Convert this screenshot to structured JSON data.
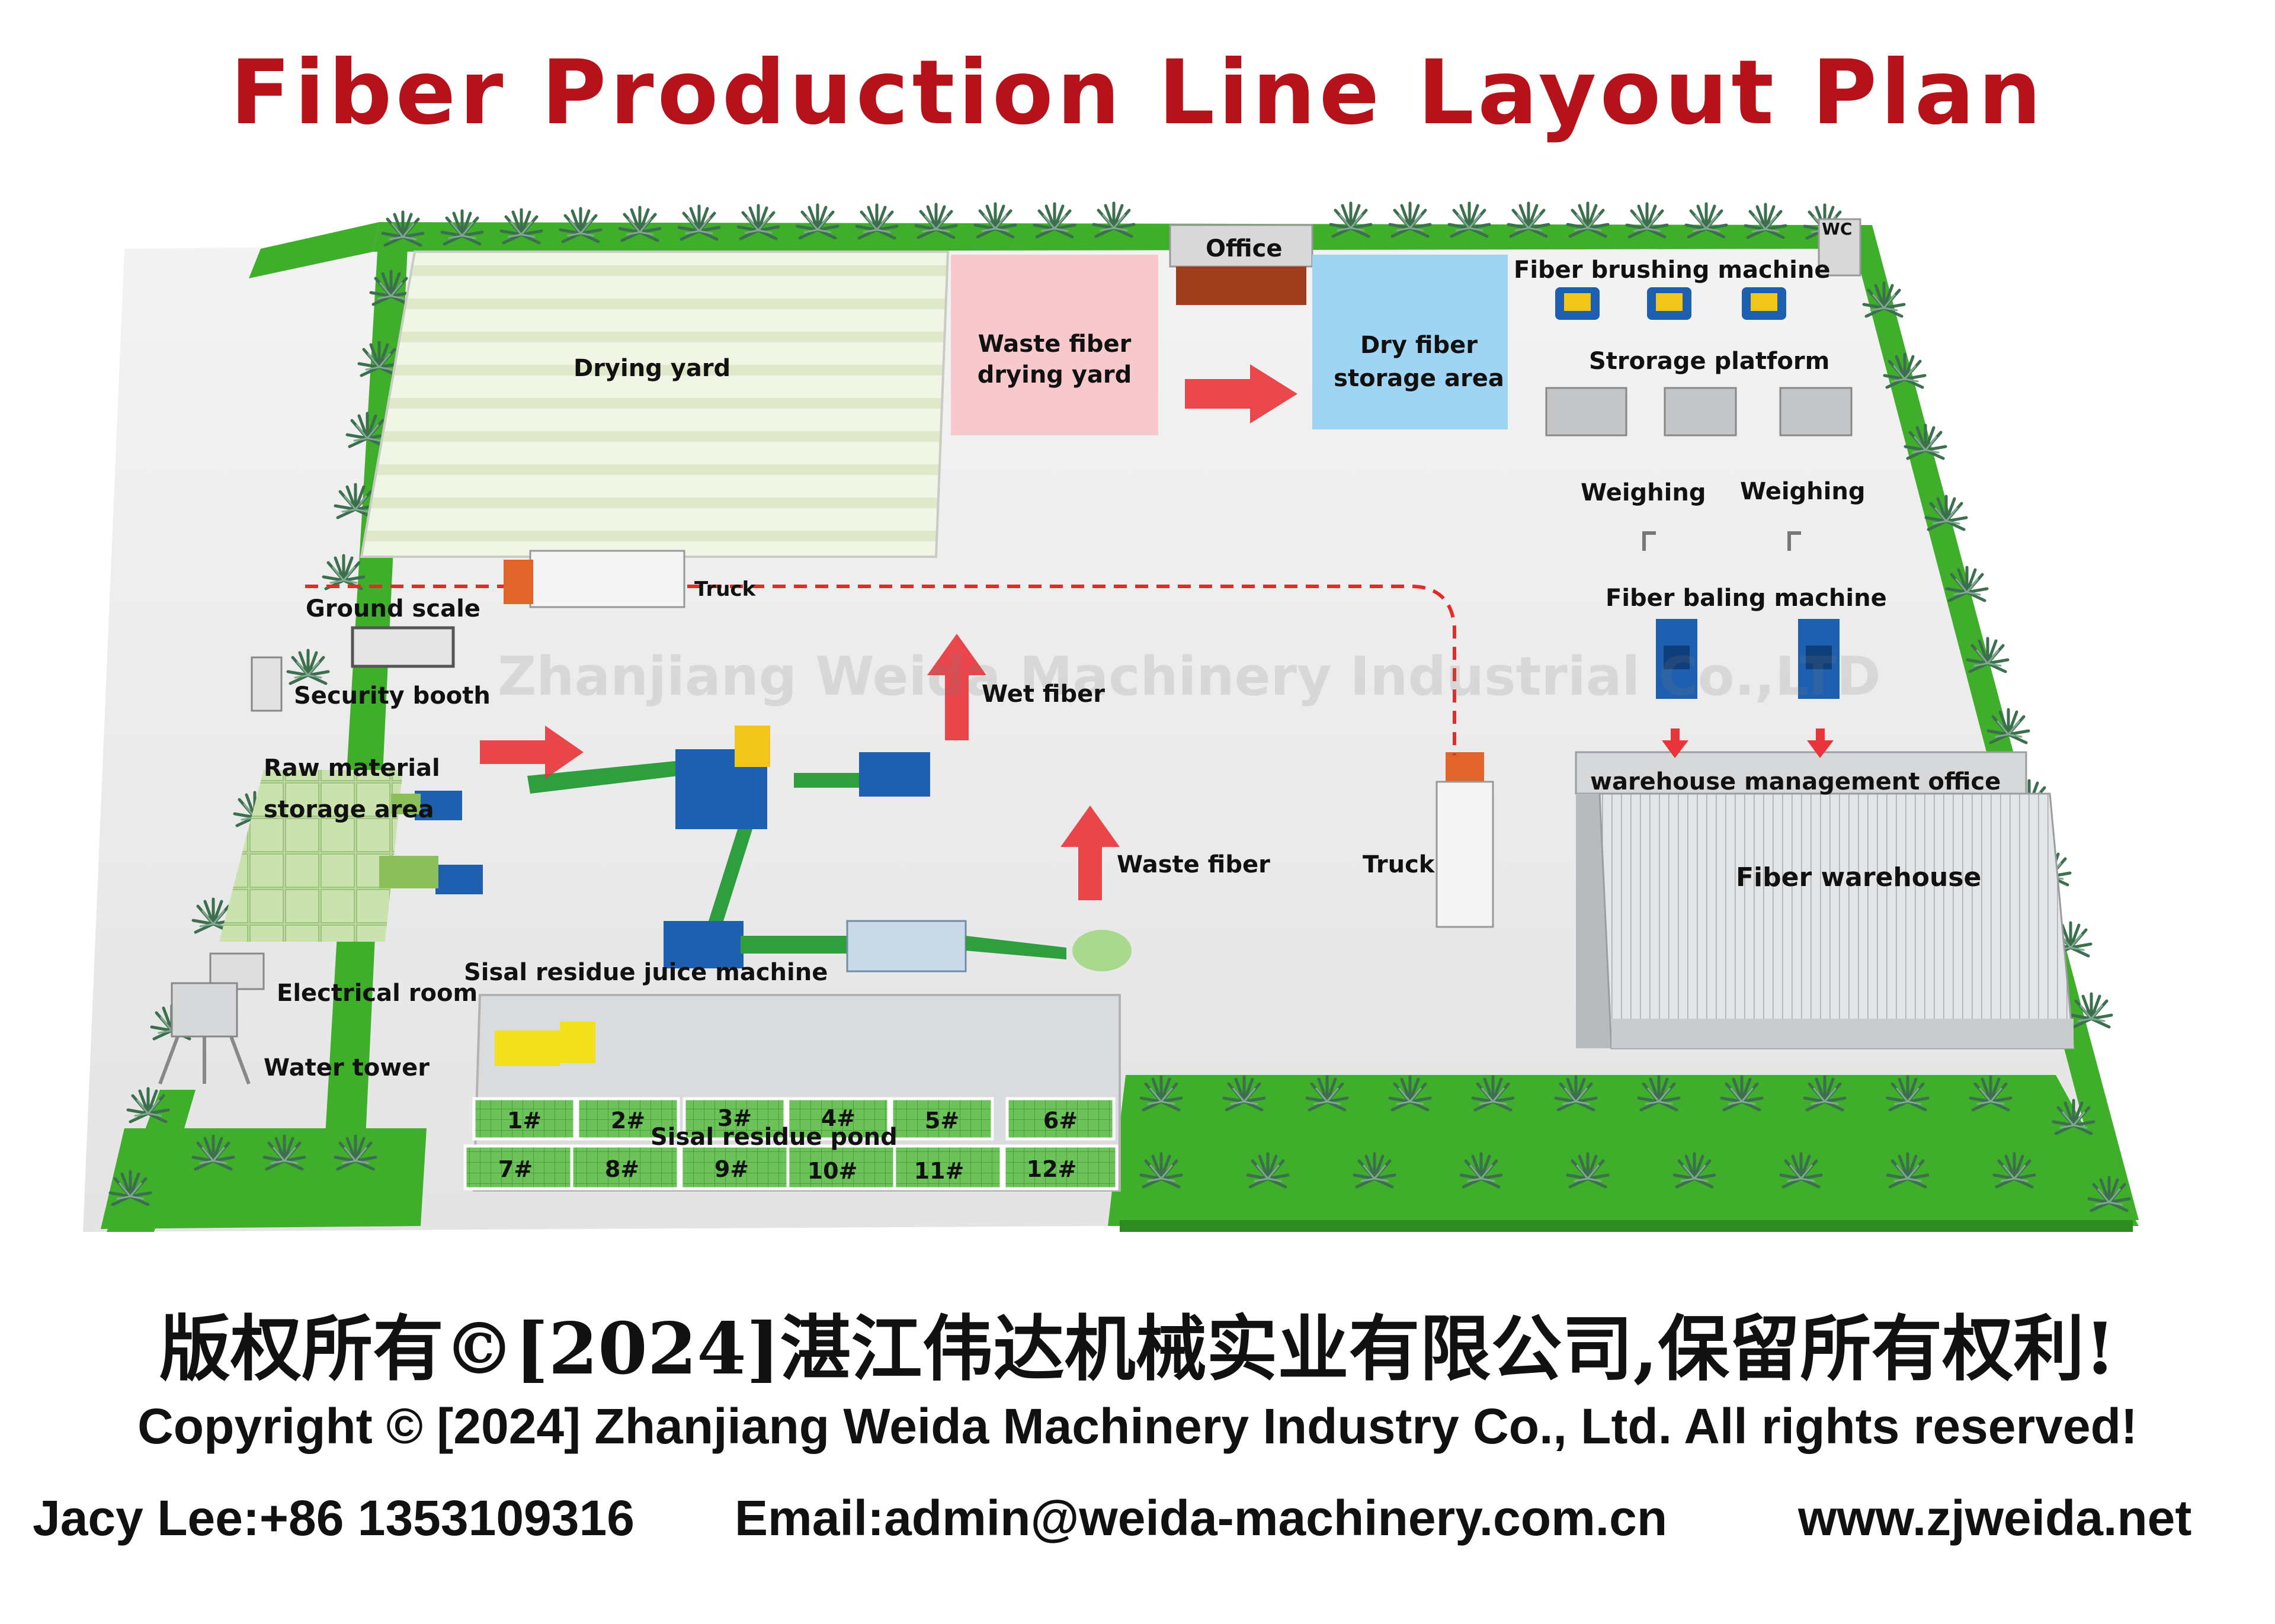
{
  "title": "Fiber Production Line Layout Plan",
  "watermark": "Zhanjiang Weida Machinery Industrial Co.,LTD",
  "labels": {
    "drying_yard": "Drying yard",
    "waste_fiber_drying_yard": "Waste fiber drying yard",
    "office": "Office",
    "wc": "WC",
    "dry_fiber_storage_area": "Dry fiber storage area",
    "fiber_brushing_machine": "Fiber brushing machine",
    "storage_platform": "Strorage platform",
    "weighing_left": "Weighing",
    "weighing_right": "Weighing",
    "fiber_baling_machine": "Fiber baling machine",
    "ground_scale": "Ground scale",
    "truck_top": "Truck",
    "security_booth": "Security booth",
    "wet_fiber": "Wet fiber",
    "raw_material_storage_area": "Raw material storage area",
    "warehouse_management_office": "warehouse management office",
    "waste_fiber": "Waste fiber",
    "truck_right": "Truck",
    "fiber_warehouse": "Fiber warehouse",
    "sisal_residue_juice_machine": "Sisal residue juice machine",
    "electrical_room": "Electrical room",
    "water_tower": "Water tower",
    "sisal_residue_pond": "Sisal residue pond"
  },
  "ponds": [
    "1#",
    "2#",
    "3#",
    "4#",
    "5#",
    "6#",
    "7#",
    "8#",
    "9#",
    "10#",
    "11#",
    "12#"
  ],
  "footer": {
    "chinese": "版权所有©[2024]湛江伟达机械实业有限公司,保留所有权利!",
    "copyright": "Copyright © [2024] Zhanjiang Weida Machinery Industry Co., Ltd. All rights reserved!",
    "phone": "Jacy Lee:+86 1353109316",
    "email": "Email:admin@weida-machinery.com.cn",
    "website": "www.zjweida.net"
  },
  "colors": {
    "title": "#b5121b",
    "grass": "#3fae2a",
    "waste_yard": "#f7c8cc",
    "dry_storage": "#9fd5f3",
    "arrow": "#e8343a",
    "pond": "#7fd06a",
    "machine_blue": "#1e5fb0",
    "conveyor_green": "#2e9e3e"
  }
}
